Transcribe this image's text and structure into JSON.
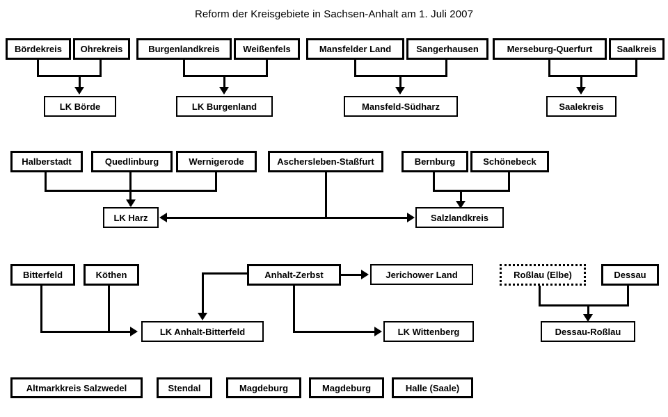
{
  "title": "Reform der Kreisgebiete in Sachsen-Anhalt am 1. Juli 2007",
  "colors": {
    "background": "#ffffff",
    "stroke": "#000000",
    "text": "#000000"
  },
  "groups": [
    {
      "id": "boerde",
      "sources": [
        "Bördekreis",
        "Ohrekreis"
      ],
      "target": "LK Börde"
    },
    {
      "id": "burgenland",
      "sources": [
        "Burgenlandkreis",
        "Weißenfels"
      ],
      "target": "LK Burgenland"
    },
    {
      "id": "mansfeld-suedharz",
      "sources": [
        "Mansfelder Land",
        "Sangerhausen"
      ],
      "target": "Mansfeld-Südharz"
    },
    {
      "id": "saalekreis",
      "sources": [
        "Merseburg-Querfurt",
        "Saalkreis"
      ],
      "target": "Saalekreis"
    },
    {
      "id": "harz",
      "sources": [
        "Halberstadt",
        "Quedlinburg",
        "Wernigerode"
      ],
      "target": "LK Harz"
    },
    {
      "id": "salzland",
      "sources": [
        "Aschersleben-Staßfurt",
        "Bernburg",
        "Schönebeck"
      ],
      "target": "Salzlandkreis"
    },
    {
      "id": "anhalt-bitterfeld",
      "sources": [
        "Bitterfeld",
        "Köthen",
        "Anhalt-Zerbst"
      ],
      "target": "LK Anhalt-Bitterfeld"
    },
    {
      "id": "jerichower-land",
      "sources": [
        "Anhalt-Zerbst"
      ],
      "target": "Jerichower Land"
    },
    {
      "id": "wittenberg",
      "sources": [
        "Anhalt-Zerbst"
      ],
      "target": "LK Wittenberg"
    },
    {
      "id": "dessau-rosslau",
      "sources": [
        "Roßlau (Elbe)",
        "Dessau"
      ],
      "target": "Dessau-Roßlau"
    }
  ],
  "row1": {
    "sources": [
      {
        "label": "Bördekreis"
      },
      {
        "label": "Ohrekreis"
      },
      {
        "label": "Burgenlandkreis"
      },
      {
        "label": "Weißenfels"
      },
      {
        "label": "Mansfelder Land"
      },
      {
        "label": "Sangerhausen"
      },
      {
        "label": "Merseburg-Querfurt"
      },
      {
        "label": "Saalkreis"
      }
    ],
    "targets": [
      {
        "label": "LK Börde"
      },
      {
        "label": "LK Burgenland"
      },
      {
        "label": "Mansfeld-Südharz"
      },
      {
        "label": "Saalekreis"
      }
    ]
  },
  "row2": {
    "sources": [
      {
        "label": "Halberstadt"
      },
      {
        "label": "Quedlinburg"
      },
      {
        "label": "Wernigerode"
      },
      {
        "label": "Aschersleben-Staßfurt"
      },
      {
        "label": "Bernburg"
      },
      {
        "label": "Schönebeck"
      }
    ],
    "targets": [
      {
        "label": "LK Harz"
      },
      {
        "label": "Salzlandkreis"
      }
    ]
  },
  "row3": {
    "sources": [
      {
        "label": "Bitterfeld"
      },
      {
        "label": "Köthen"
      },
      {
        "label": "Anhalt-Zerbst"
      },
      {
        "label": "Roßlau (Elbe)",
        "style": "dotted"
      },
      {
        "label": "Dessau"
      }
    ],
    "targets": [
      {
        "label": "Jerichower Land"
      },
      {
        "label": "LK Anhalt-Bitterfeld"
      },
      {
        "label": "LK Wittenberg"
      },
      {
        "label": "Dessau-Roßlau"
      }
    ]
  },
  "row4": {
    "unchanged": [
      {
        "label": "Altmarkkreis Salzwedel"
      },
      {
        "label": "Stendal"
      },
      {
        "label": "Magdeburg"
      },
      {
        "label": "Magdeburg"
      },
      {
        "label": "Halle (Saale)"
      }
    ]
  }
}
